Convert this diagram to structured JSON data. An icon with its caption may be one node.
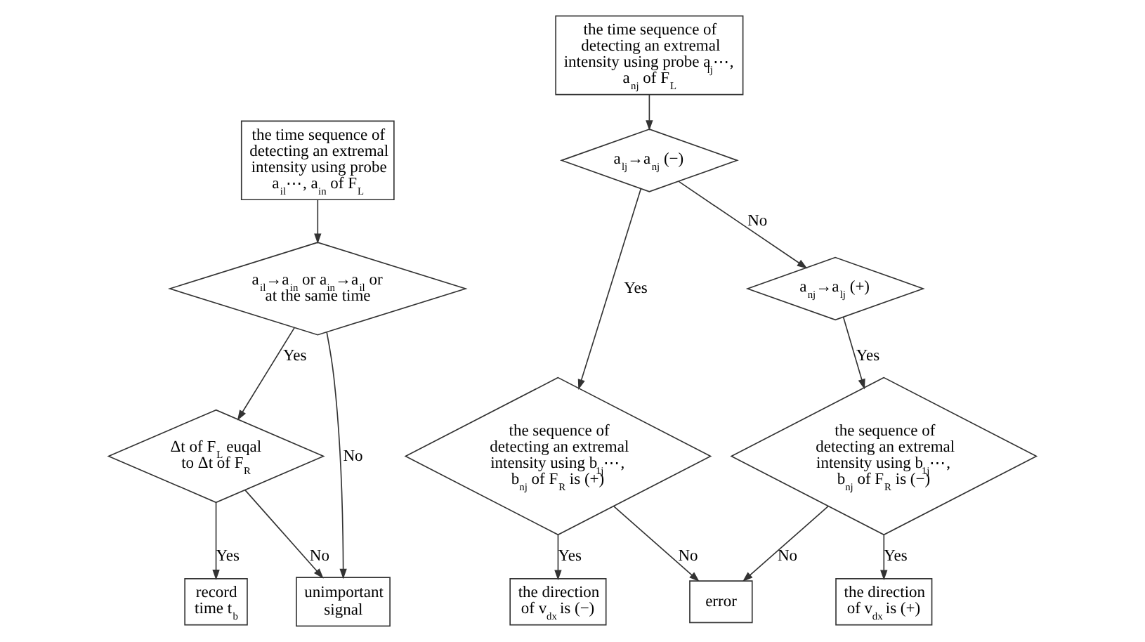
{
  "diagram": {
    "nodes": [
      {
        "text": [
          "the time sequence of detecting an extremal intensity using probe a$_{il}$⋯, a$_{in}$ of F$_{L}$"
        ]
      },
      {
        "text": [
          "a$_{il}$→a$_{in}$ or a$_{in}$→a$_{il}$ or at the same time"
        ]
      },
      {
        "text": [
          "Δt of F$_{L}$ euqal to Δt of F$_{R}$"
        ]
      },
      {
        "text": [
          "record time t$_{b}$"
        ]
      },
      {
        "text": [
          "unimportant signal"
        ]
      },
      {
        "text": [
          "the time sequence of detecting an extremal intensity using probe a$_{lj}$⋯, a$_{nj}$ of F$_{L}$"
        ]
      },
      {
        "text": [
          "a$_{lj}$→a$_{nj}$ (−)"
        ]
      },
      {
        "text": [
          "the sequence of detecting an extremal intensity using b$_{1j}$⋯, b$_{nj}$ of F$_{R}$ is (+)"
        ]
      },
      {
        "text": [
          "the direction of v$_{dx}$ is (−)"
        ]
      },
      {
        "text": [
          "a$_{nj}$→a$_{lj}$ (+)"
        ]
      },
      {
        "text": [
          "the sequence of detecting an extremal intensity using b$_{1j}$⋯, b$_{nj}$ of F$_{R}$ is (−)"
        ]
      },
      {
        "text": [
          "error"
        ]
      },
      {
        "text": [
          "the direction of v$_{dx}$ is (+)"
        ]
      }
    ],
    "edges": [
      {
        "from": 0,
        "to": 1,
        "arrow": "to"
      },
      {
        "from": 1,
        "to": 2,
        "arrow": "to",
        "label": "Yes"
      },
      {
        "from": 1,
        "to": 4,
        "arrow": "to",
        "label": "No"
      },
      {
        "from": 2,
        "to": 3,
        "arrow": "to",
        "label": "Yes"
      },
      {
        "from": 2,
        "to": 4,
        "arrow": "to",
        "label": "No"
      },
      {
        "from": 5,
        "to": 6,
        "arrow": "to"
      },
      {
        "from": 6,
        "to": 7,
        "arrow": "to",
        "label": "Yes"
      },
      {
        "from": 6,
        "to": 9,
        "arrow": "to",
        "label": "No"
      },
      {
        "from": 9,
        "to": 10,
        "arrow": "to",
        "label": "Yes"
      },
      {
        "from": 7,
        "to": 11,
        "arrow": "to",
        "label": "No"
      },
      {
        "from": 10,
        "to": 11,
        "arrow": "to",
        "label": "No"
      },
      {
        "from": 7,
        "to": 8,
        "arrow": "to",
        "label": "Yes"
      },
      {
        "from": 10,
        "to": 12,
        "arrow": "to",
        "label": "Yes"
      }
    ]
  }
}
